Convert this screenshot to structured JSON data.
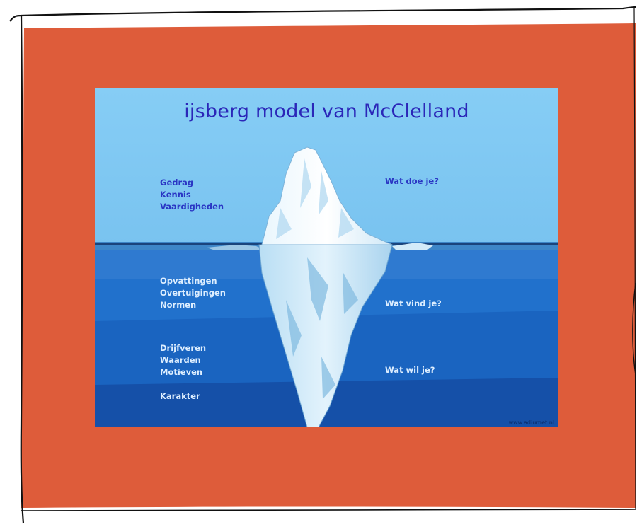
{
  "colors": {
    "background": "#de5c3a",
    "sky": "#7cc6f2",
    "water": "#1f6fd0",
    "deep_water": "#1550a8",
    "title": "#2b27b8"
  },
  "slide": {
    "title": "ijsberg model van McClelland",
    "above_water": {
      "left": [
        "Gedrag",
        "Kennis",
        "Vaardigheden"
      ],
      "right": "Wat doe je?"
    },
    "below_water": [
      {
        "left": [
          "Opvattingen",
          "Overtuigingen",
          "Normen"
        ],
        "right": "Wat vind je?"
      },
      {
        "left": [
          "Drijfveren",
          "Waarden",
          "Motieven"
        ],
        "right": "Wat wil je?"
      },
      {
        "left": [
          "Karakter"
        ],
        "right": ""
      }
    ],
    "credit": "www.adiumet.nl"
  }
}
